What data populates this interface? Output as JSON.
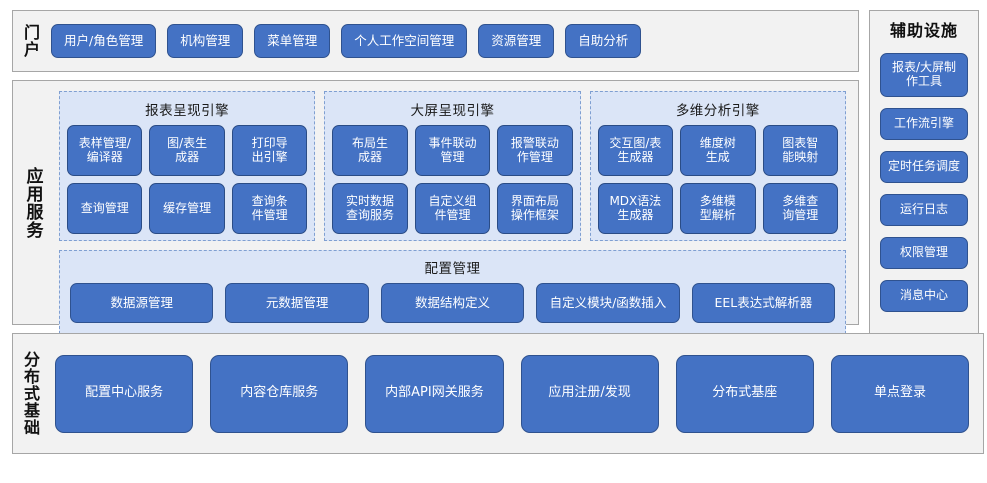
{
  "colors": {
    "node_fill": "#4472c4",
    "node_border": "#2f528f",
    "panel_bg": "#f2f2f2",
    "panel_border": "#a6a6a6",
    "group_bg": "#dbe5f7",
    "group_border": "#7f9fd1",
    "text_on_node": "#ffffff"
  },
  "portal": {
    "label": "门户",
    "items": [
      {
        "label": "用户/角色管理"
      },
      {
        "label": "机构管理"
      },
      {
        "label": "菜单管理"
      },
      {
        "label": "个人工作空间管理"
      },
      {
        "label": "资源管理"
      },
      {
        "label": "自助分析"
      }
    ]
  },
  "aux": {
    "title": "辅助设施",
    "items": [
      {
        "label": "报表/大屏制\n作工具",
        "tall": true
      },
      {
        "label": "工作流引擎",
        "tall": false
      },
      {
        "label": "定时任务调度",
        "tall": false
      },
      {
        "label": "运行日志",
        "tall": false
      },
      {
        "label": "权限管理",
        "tall": false
      },
      {
        "label": "消息中心",
        "tall": false
      }
    ]
  },
  "app_services": {
    "label": "应用服务",
    "engines": [
      {
        "title": "报表呈现引擎",
        "items": [
          {
            "label": "表样管理/\n编译器"
          },
          {
            "label": "图/表生\n成器"
          },
          {
            "label": "打印导\n出引擎"
          },
          {
            "label": "查询管理"
          },
          {
            "label": "缓存管理"
          },
          {
            "label": "查询条\n件管理"
          }
        ]
      },
      {
        "title": "大屏呈现引擎",
        "items": [
          {
            "label": "布局生\n成器"
          },
          {
            "label": "事件联动\n管理"
          },
          {
            "label": "报警联动\n作管理"
          },
          {
            "label": "实时数据\n查询服务"
          },
          {
            "label": "自定义组\n件管理"
          },
          {
            "label": "界面布局\n操作框架"
          }
        ]
      },
      {
        "title": "多维分析引擎",
        "items": [
          {
            "label": "交互图/表\n生成器"
          },
          {
            "label": "维度树\n生成"
          },
          {
            "label": "图表智\n能映射"
          },
          {
            "label": "MDX语法\n生成器"
          },
          {
            "label": "多维模\n型解析"
          },
          {
            "label": "多维查\n询管理"
          }
        ]
      }
    ],
    "config": {
      "title": "配置管理",
      "items": [
        {
          "label": "数据源管理"
        },
        {
          "label": "元数据管理"
        },
        {
          "label": "数据结构定义"
        },
        {
          "label": "自定义模块/函数插入"
        },
        {
          "label": "EEL表达式解析器"
        }
      ]
    }
  },
  "distributed": {
    "label": "分布式基础",
    "items": [
      {
        "label": "配置中心服务"
      },
      {
        "label": "内容仓库服务"
      },
      {
        "label": "内部API网关服务"
      },
      {
        "label": "应用注册/发现"
      },
      {
        "label": "分布式基座"
      },
      {
        "label": "单点登录"
      }
    ]
  }
}
